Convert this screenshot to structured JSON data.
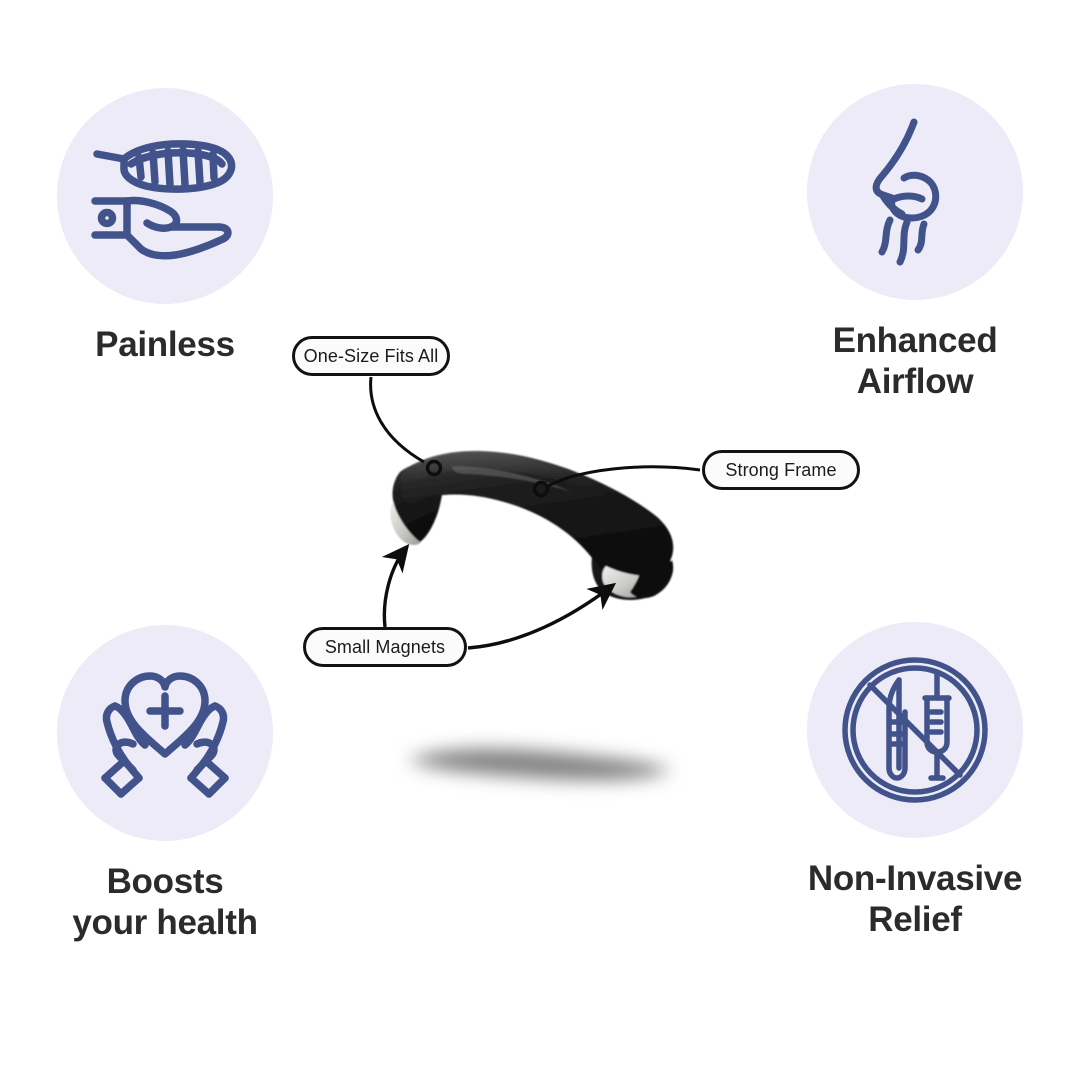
{
  "page": {
    "type": "product-feature-infographic",
    "background_color": "#ffffff",
    "accent_icon_color": "#41538a",
    "icon_circle_color": "#ecebf7",
    "label_text_color": "#2b2b2b",
    "callout_border_color": "#121212"
  },
  "features": [
    {
      "id": "painless",
      "icon": "hand-holding-nasal-strip-icon",
      "label": "Painless",
      "position": "top-left"
    },
    {
      "id": "enhanced-airflow",
      "icon": "nose-airflow-icon",
      "label": "Enhanced\nAirflow",
      "position": "top-right"
    },
    {
      "id": "boosts-your-health",
      "icon": "hands-holding-heart-plus-icon",
      "label": "Boosts\nyour health",
      "position": "bottom-left"
    },
    {
      "id": "non-invasive-relief",
      "icon": "no-scalpel-syringe-icon",
      "label": "Non-Invasive\nRelief",
      "position": "bottom-right"
    }
  ],
  "product": {
    "name": "magnetic-nasal-dilator",
    "body_color": "#1b1b1b",
    "tip_color": "#d8d8d4",
    "shadow_color": "#8a8a8a"
  },
  "callouts": [
    {
      "id": "one-size-fits-all",
      "label": "One-Size Fits All",
      "connector": "curved-line-with-dot"
    },
    {
      "id": "strong-frame",
      "label": "Strong Frame",
      "connector": "curved-line-with-dot"
    },
    {
      "id": "small-magnets",
      "label": "Small Magnets",
      "connector": "two-curved-arrows"
    }
  ]
}
